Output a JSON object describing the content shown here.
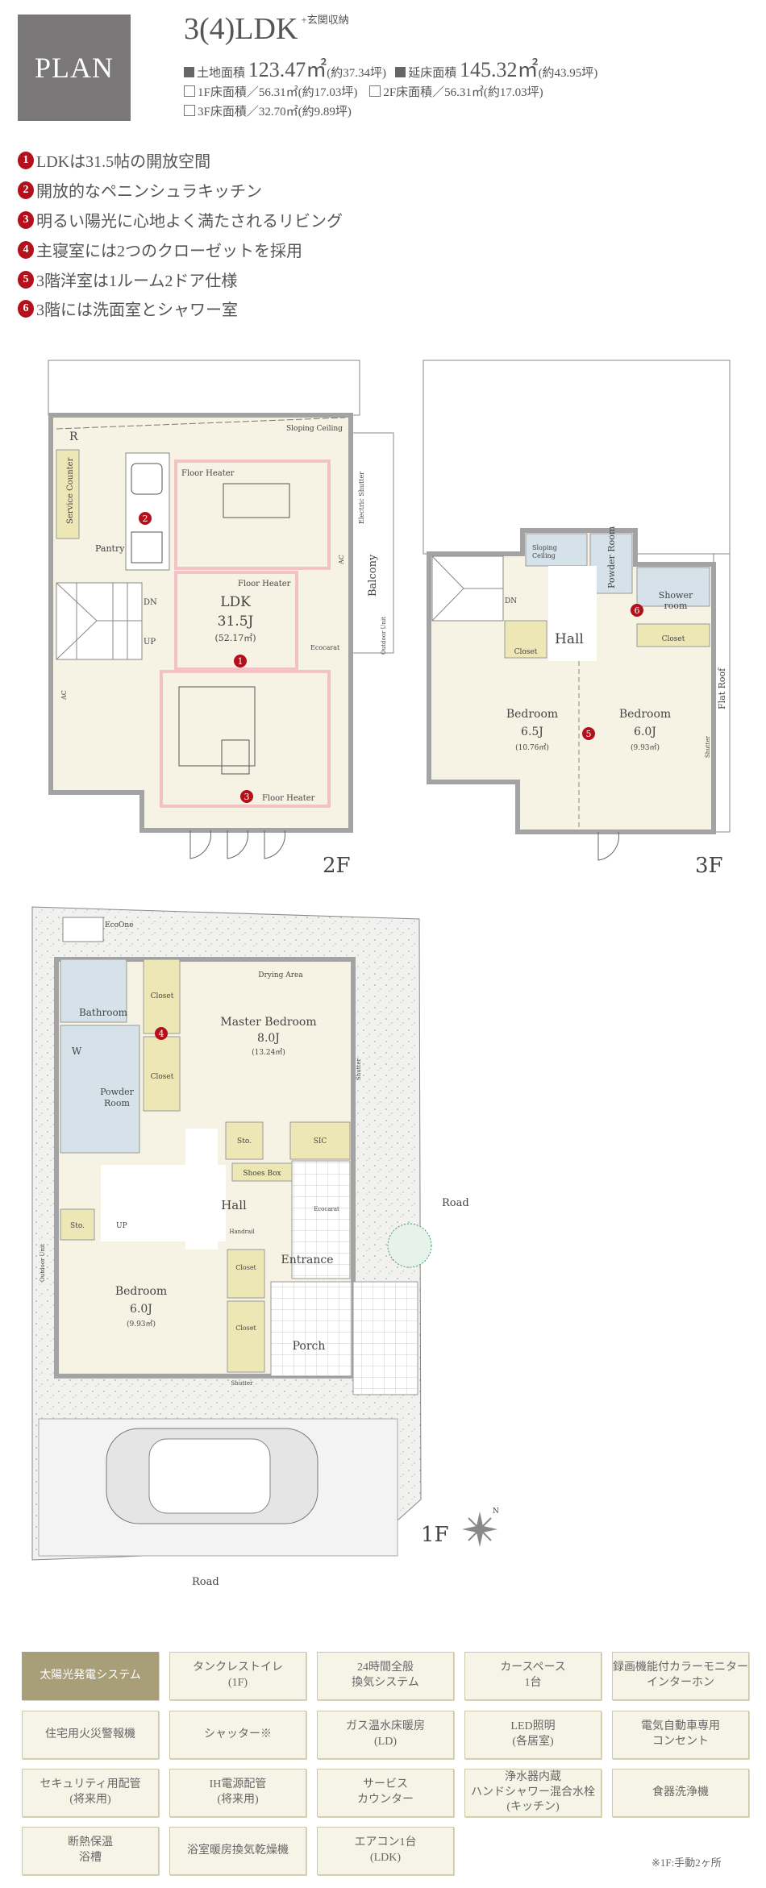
{
  "header": {
    "plan_label": "PLAN",
    "layout_type": "3(4)LDK",
    "layout_suffix": "+玄関収納",
    "land_area_label": "土地面積",
    "land_area_value": "123.47㎡",
    "land_area_tsubo": "(約37.34坪)",
    "floor_area_label": "延床面積",
    "floor_area_value": "145.32㎡",
    "floor_area_tsubo": "(約43.95坪)",
    "f1_area": "1F床面積／56.31㎡(約17.03坪)",
    "f2_area": "2F床面積／56.31㎡(約17.03坪)",
    "f3_area": "3F床面積／32.70㎡(約9.89坪)"
  },
  "highlights": [
    {
      "num": "1",
      "text": "LDKは31.5帖の開放空間"
    },
    {
      "num": "2",
      "text": "開放的なペニンシュラキッチン"
    },
    {
      "num": "3",
      "text": "明るい陽光に心地よく満たされるリビング"
    },
    {
      "num": "4",
      "text": "主寝室には2つのクローゼットを採用"
    },
    {
      "num": "5",
      "text": "3階洋室は1ルーム2ドア仕様"
    },
    {
      "num": "6",
      "text": "3階には洗面室とシャワー室"
    }
  ],
  "floor2": {
    "label": "2F",
    "ldk": "LDK",
    "ldk_size": "31.5J",
    "ldk_area": "(52.17㎡)",
    "floor_heater": "Floor Heater",
    "sloping_ceiling": "Sloping Ceiling",
    "r": "R",
    "service_counter": "Service Counter",
    "pantry": "Pantry",
    "dn": "DN",
    "up": "UP",
    "ac": "AC",
    "ecocarat": "Ecocarat",
    "balcony": "Balcony",
    "electric_shutter": "Electric Shutter",
    "outdoor_unit": "Outdoor Unit"
  },
  "floor3": {
    "label": "3F",
    "hall": "Hall",
    "closet": "Closet",
    "powder_room": "Powder Room",
    "shower_room_1": "Shower",
    "shower_room_2": "room",
    "sloping_1": "Sloping",
    "sloping_2": "Ceiling",
    "dn": "DN",
    "bedroom": "Bedroom",
    "bed1_size": "6.5J",
    "bed1_area": "(10.76㎡)",
    "bed2_size": "6.0J",
    "bed2_area": "(9.93㎡)",
    "flat_roof": "Flat Roof",
    "shutter": "Shutter"
  },
  "floor1": {
    "label": "1F",
    "ecoone": "EcoOne",
    "drying_area": "Drying Area",
    "master_bedroom": "Master Bedroom",
    "master_size": "8.0J",
    "master_area": "(13.24㎡)",
    "bathroom": "Bathroom",
    "w": "W",
    "powder_1": "Powder",
    "powder_2": "Room",
    "closet": "Closet",
    "sto": "Sto.",
    "sic": "SIC",
    "shoes_box": "Shoes Box",
    "hall": "Hall",
    "ecocarat": "Ecocarat",
    "handrail": "Handrail",
    "up": "UP",
    "entrance": "Entrance",
    "porch": "Porch",
    "bedroom": "Bedroom",
    "bed_size": "6.0J",
    "bed_area": "(9.93㎡)",
    "shutter": "Shutter",
    "outdoor_unit": "Outdoor Unit",
    "road_side": "Road",
    "road_bottom": "Road"
  },
  "features": [
    {
      "label": "太陽光発電システム",
      "highlight": true
    },
    {
      "label": "タンクレストイレ\n(1F)"
    },
    {
      "label": "24時間全般\n換気システム"
    },
    {
      "label": "カースペース\n1台"
    },
    {
      "label": "録画機能付カラーモニター\nインターホン"
    },
    {
      "label": "住宅用火災警報機"
    },
    {
      "label": "シャッター※"
    },
    {
      "label": "ガス温水床暖房\n(LD)"
    },
    {
      "label": "LED照明\n(各居室)"
    },
    {
      "label": "電気自動車専用\nコンセント"
    },
    {
      "label": "セキュリティ用配管\n(将来用)"
    },
    {
      "label": "IH電源配管\n(将来用)"
    },
    {
      "label": "サービス\nカウンター"
    },
    {
      "label": "浄水器内蔵\nハンドシャワー混合水栓\n(キッチン)"
    },
    {
      "label": "食器洗浄機"
    },
    {
      "label": "断熱保温\n浴槽"
    },
    {
      "label": "浴室暖房換気乾燥機"
    },
    {
      "label": "エアコン1台\n(LDK)"
    }
  ],
  "footnote": "※1F:手動2ヶ所",
  "colors": {
    "badge": "#b3101b",
    "feature_highlight": "#a89e77",
    "floor": "#f6f3e4",
    "wall": "#a3a3a3"
  }
}
